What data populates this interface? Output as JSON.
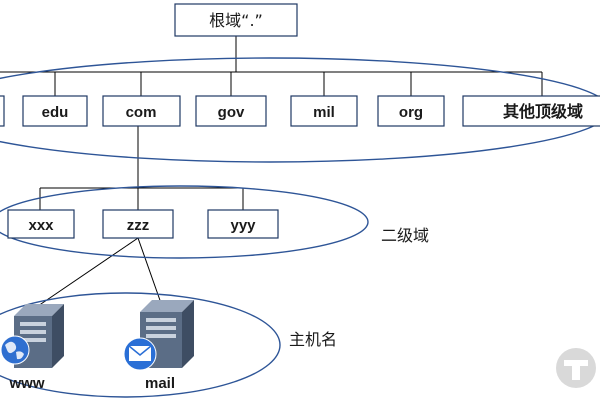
{
  "root": {
    "label": "根域“.”"
  },
  "top_level": {
    "domains": [
      "edu",
      "com",
      "gov",
      "mil",
      "org"
    ],
    "other_label": "其他顶级域"
  },
  "second_level": {
    "domains": [
      "xxx",
      "zzz",
      "yyy"
    ],
    "label": "二级域"
  },
  "hosts": {
    "items": [
      {
        "label": "www",
        "icon": "globe-server-icon"
      },
      {
        "label": "mail",
        "icon": "mail-server-icon"
      }
    ],
    "label": "主机名"
  },
  "colors": {
    "ellipse_stroke": "#2e5597",
    "box_stroke": "#1f3864",
    "server_body": "#5b6d86",
    "globe": "#2f6fd0",
    "mail_icon": "#2a6fd6"
  }
}
